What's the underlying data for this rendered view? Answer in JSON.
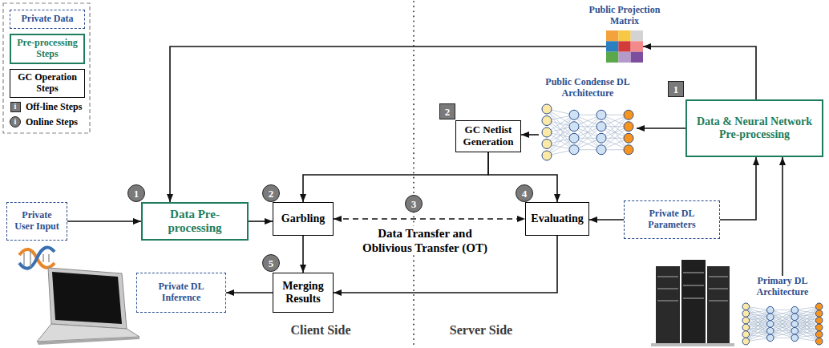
{
  "diagram": {
    "nodes": [
      {
        "text": [
          "Public Projection Matrix"
        ]
      },
      {
        "text": [
          "Public Condense DL Architecture"
        ]
      },
      {
        "text": [
          "Data & Neural Network Pre-processing"
        ]
      },
      {
        "text": [
          "GC Netlist Generation"
        ]
      },
      {
        "text": [
          "Private User Input"
        ]
      },
      {
        "text": [
          "Data Pre-processing"
        ]
      },
      {
        "text": [
          "Garbling"
        ]
      },
      {
        "text": [
          "Evaluating"
        ]
      },
      {
        "text": [
          "Private DL Parameters"
        ]
      },
      {
        "text": [
          "Private DL Inference"
        ]
      },
      {
        "text": [
          "Merging Results"
        ]
      },
      {
        "text": [
          "Primary DL Architecture"
        ]
      }
    ],
    "edges": [
      {
        "from": 4,
        "to": 5,
        "arrow": "to"
      },
      {
        "from": 5,
        "to": 6,
        "arrow": "to"
      },
      {
        "from": 6,
        "to": 10,
        "arrow": "to"
      },
      {
        "from": 10,
        "to": 9,
        "arrow": "to"
      },
      {
        "from": 6,
        "to": 7,
        "label": "Data Transfer and Oblivious Transfer (OT)",
        "arrow": "both"
      },
      {
        "from": 7,
        "to": 10,
        "arrow": "to"
      },
      {
        "from": 3,
        "to": 6,
        "arrow": "to"
      },
      {
        "from": 3,
        "to": 7,
        "arrow": "to"
      },
      {
        "from": 8,
        "to": 7,
        "arrow": "to"
      },
      {
        "from": 8,
        "to": 2,
        "arrow": "to"
      },
      {
        "from": 11,
        "to": 2,
        "arrow": "to"
      },
      {
        "from": 2,
        "to": 1,
        "arrow": "to"
      },
      {
        "from": 1,
        "to": 3,
        "arrow": "to"
      },
      {
        "from": 2,
        "to": 0,
        "arrow": "to"
      },
      {
        "from": 0,
        "to": 5,
        "arrow": "to"
      }
    ],
    "labels": [
      "i",
      "i",
      "1",
      "2",
      "5",
      "3",
      "4",
      "2",
      "1",
      "Client Side",
      "Server Side"
    ],
    "legend": [
      {
        "text": "Private Data"
      },
      {
        "text": "Pre-processing Steps"
      },
      {
        "text": "GC Operation Steps"
      },
      {
        "text": "Off-line Steps"
      },
      {
        "text": "Online Steps"
      }
    ]
  }
}
